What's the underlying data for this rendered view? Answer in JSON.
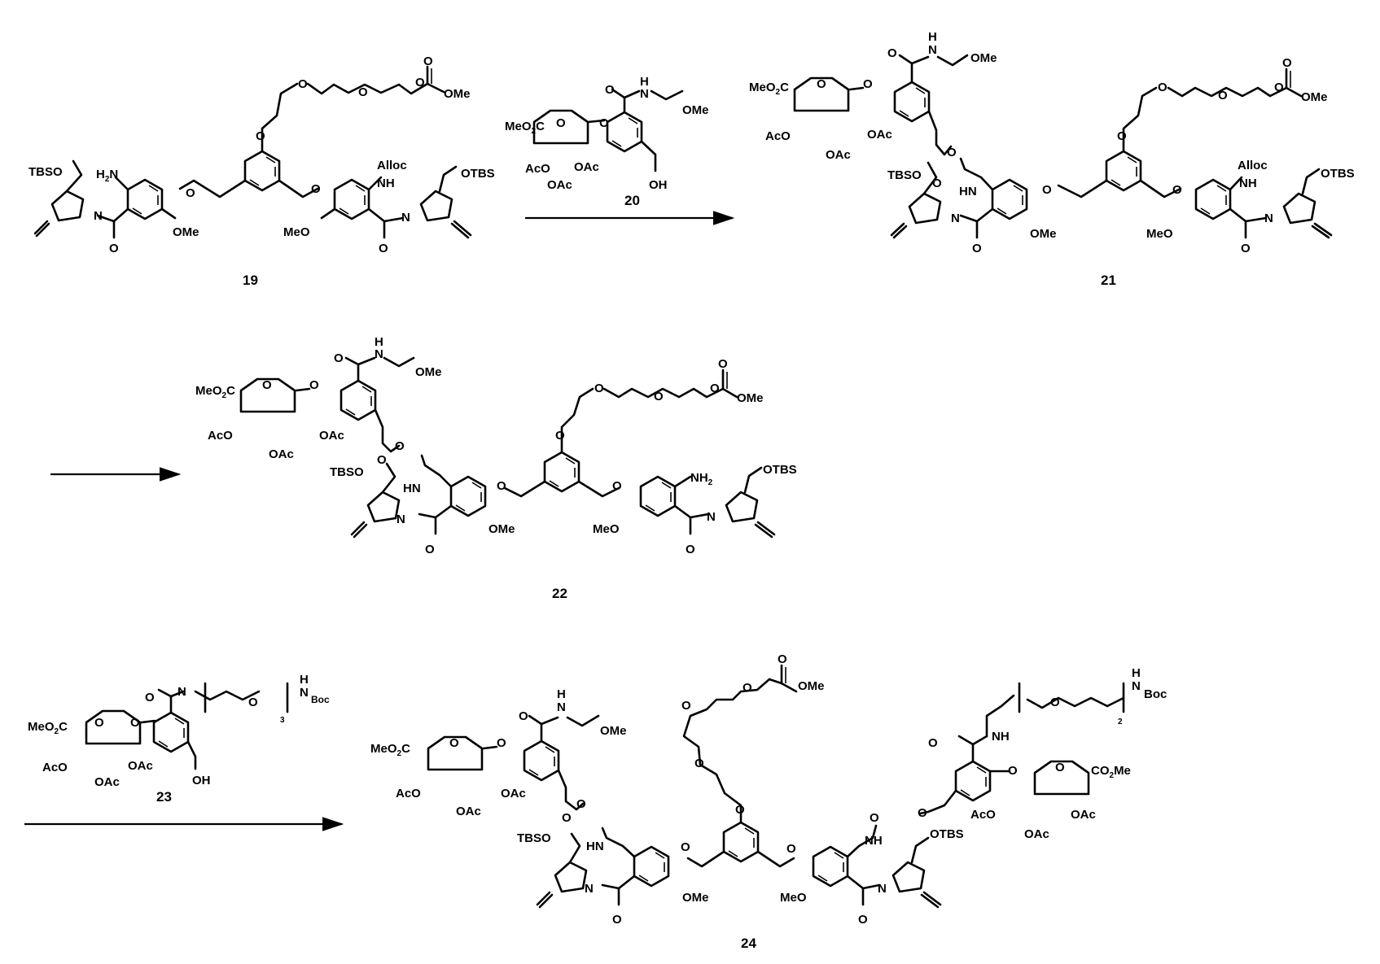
{
  "scheme": {
    "type": "chemical reaction scheme",
    "compounds": [
      {
        "id": "19",
        "label": "19",
        "role": "starting material",
        "groups": [
          "TBSO",
          "H2N",
          "OMe",
          "MeO",
          "Alloc",
          "NH",
          "OTBS",
          "O",
          "OMe (ester)"
        ]
      },
      {
        "id": "20",
        "label": "20",
        "role": "reagent (step 1)",
        "groups": [
          "MeO2C",
          "AcO",
          "OAc",
          "OAc",
          "OH",
          "N-H",
          "OMe"
        ]
      },
      {
        "id": "21",
        "label": "21",
        "role": "product (step 1)",
        "groups": [
          "MeO2C",
          "AcO",
          "OAc",
          "OAc",
          "OMe",
          "TBSO",
          "HN",
          "OMe",
          "MeO",
          "Alloc",
          "NH",
          "OTBS"
        ]
      },
      {
        "id": "22",
        "label": "22",
        "role": "product (step 2)",
        "groups": [
          "MeO2C",
          "AcO",
          "OAc",
          "OAc",
          "OMe",
          "TBSO",
          "HN",
          "OMe",
          "MeO",
          "NH2",
          "OTBS"
        ]
      },
      {
        "id": "23",
        "label": "23",
        "role": "reagent (step 3)",
        "groups": [
          "MeO2C",
          "AcO",
          "OAc",
          "OAc",
          "OH",
          "N-H",
          "[O]3",
          "NBoc"
        ]
      },
      {
        "id": "24",
        "label": "24",
        "role": "final product",
        "groups": [
          "MeO2C",
          "AcO",
          "OAc",
          "OAc",
          "OMe",
          "TBSO",
          "HN",
          "OMe",
          "MeO",
          "NH",
          "OTBS",
          "CO2Me",
          "NBoc",
          "[O]2"
        ]
      }
    ],
    "arrows": [
      {
        "from": "19",
        "to": "21",
        "reagent": "20"
      },
      {
        "from": "21",
        "to": "22",
        "reagent": ""
      },
      {
        "from": "22",
        "to": "24",
        "reagent": "23"
      }
    ]
  },
  "labels": {
    "c19": "19",
    "c20": "20",
    "c21": "21",
    "c22": "22",
    "c23": "23",
    "c24": "24",
    "TBSO": "TBSO",
    "OTBS": "OTBS",
    "H2N": "H",
    "H2N_sub": "2",
    "H2N_N": "N",
    "NH": "NH",
    "HN": "HN",
    "NH2": "NH",
    "NH2_sub": "2",
    "Alloc": "Alloc",
    "OMe": "OMe",
    "MeO": "MeO",
    "O": "O",
    "N": "N",
    "H": "H",
    "MeO2C": "MeO",
    "MeO2C_sub": "2",
    "MeO2C_C": "C",
    "CO2Me": "CO",
    "CO2Me_sub": "2",
    "CO2Me_Me": "Me",
    "AcO": "AcO",
    "OAc": "OAc",
    "OH": "OH",
    "Boc": "Boc",
    "n3": "3",
    "n2": "2"
  }
}
